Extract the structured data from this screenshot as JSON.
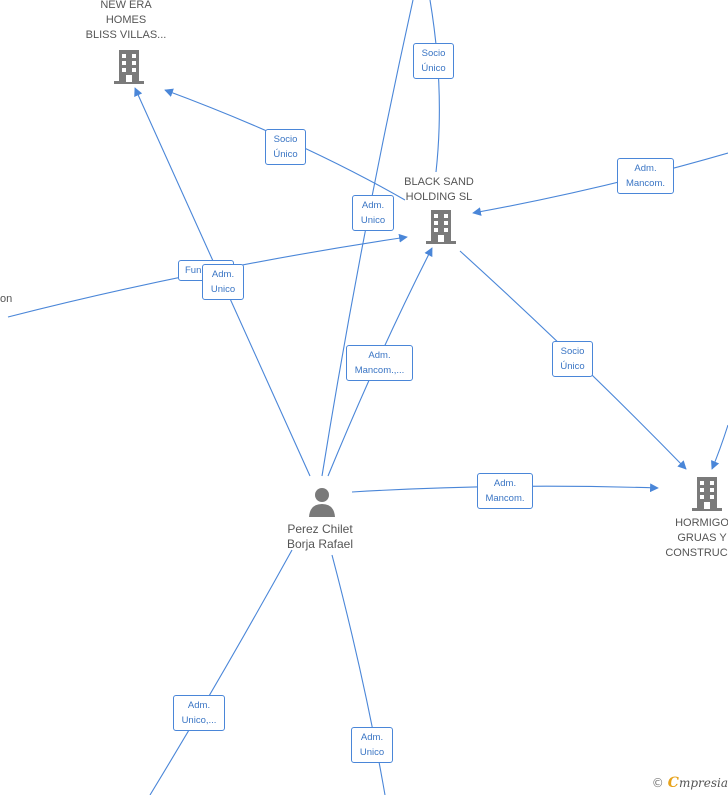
{
  "nodes": {
    "new_era": [
      "NEW ERA",
      "HOMES",
      "BLISS VILLAS..."
    ],
    "black_sand": [
      "BLACK SAND",
      "HOLDING  SL"
    ],
    "hormigo": [
      "HORMIGO",
      "GRUAS Y",
      "CONSTRUCCI"
    ],
    "person": [
      "Perez Chilet",
      "Borja Rafael"
    ]
  },
  "edge_labels": {
    "socio_unico_top": [
      "Socio",
      "Único"
    ],
    "socio_unico_newera": [
      "Socio",
      "Único"
    ],
    "adm_mancom_right": [
      "Adm.",
      "Mancom."
    ],
    "adm_unico_mid": [
      "Adm.",
      "Unico"
    ],
    "funct_partial": "Fun",
    "adm_unico_left": [
      "Adm.",
      "Unico"
    ],
    "adm_mancom_dots": [
      "Adm.",
      "Mancom.,..."
    ],
    "socio_unico_hormigo": [
      "Socio",
      "Único"
    ],
    "adm_mancom_hormigo": [
      "Adm.",
      "Mancom."
    ],
    "adm_unico_dots": [
      "Adm.",
      "Unico,..."
    ],
    "adm_unico_bottom": [
      "Adm.",
      "Unico"
    ]
  },
  "left_cut_text": "on",
  "brand": {
    "copyright": "©",
    "first_letter": "C",
    "rest": "mpresia"
  },
  "colors": {
    "edge": "#4a86d8",
    "label_text": "#3a75c4",
    "icon": "#7a7a7a",
    "node_text": "#555555"
  }
}
